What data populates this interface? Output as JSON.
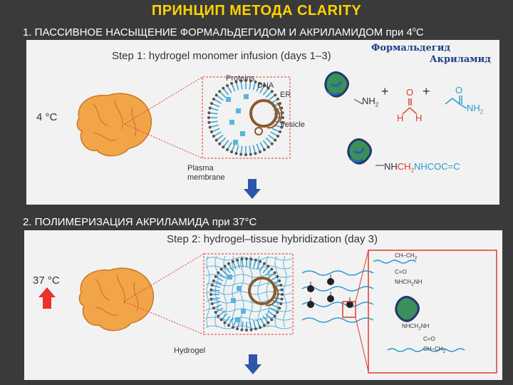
{
  "title": "ПРИНЦИП МЕТОДА CLARITY",
  "step1": {
    "caption": "1. ПАССИВНОЕ  НАСЫЩЕНИЕ ФОРМАЛЬДЕГИДОМ И АКРИЛАМИДОМ при 4",
    "caption_deg": "о",
    "caption_unit": "C",
    "panel_title": "Step 1: hydrogel monomer infusion (days 1–3)",
    "temp": "4 °C",
    "labels": {
      "proteins": "Proteins",
      "dna": "DNA",
      "er": "ER",
      "vesicle": "Vesicle",
      "membrane1": "Plasma",
      "membrane2": "membrane"
    },
    "annot_formaldehyde": "Формальдегид",
    "annot_acrylamide": "Акриламид",
    "chem": {
      "nh2a": "NH",
      "sub2": "2",
      "plus": "+",
      "h": "H",
      "o": "O",
      "nh2b": "NH",
      "product_a": "NH",
      "product_b": "CH",
      "product_c": "2",
      "product_d": "NHCOC=C"
    }
  },
  "step2": {
    "caption": "2. ПОЛИМЕРИЗАЦИЯ  АКРИЛАМИДА при 37°C",
    "panel_title": "Step 2: hydrogel–tissue hybridization (day 3)",
    "temp": "37 °C",
    "labels": {
      "hydrogel": "Hydrogel"
    },
    "chem": {
      "ch": "CH–CH",
      "sub2": "2",
      "co": "C=O",
      "nhch2nh": "NHCH",
      "nh": "NH",
      "nhch2nh_b": "NHCH",
      "nh_b": "NH",
      "co_b": "C=O",
      "ch_b": "CH–CH"
    }
  },
  "colors": {
    "title": "#ffd200",
    "arrow_blue": "#2d55a8",
    "arrow_red": "#e8322b",
    "accent_red": "#e23a2a",
    "brain": "#f2a449"
  }
}
